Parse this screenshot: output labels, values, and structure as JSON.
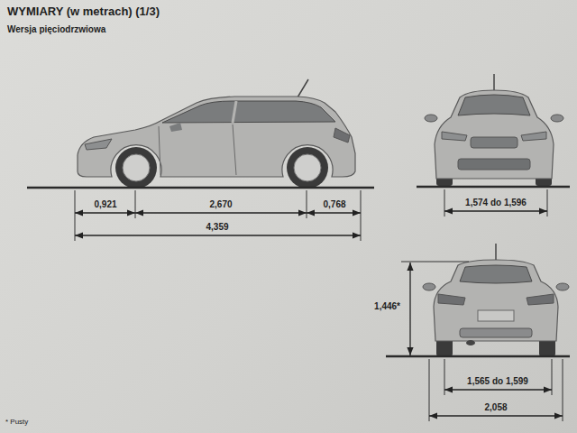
{
  "diagram": {
    "title": "WYMIARY (w metrach) (1/3)",
    "labels": [
      "Wersja pięciodrzwiowa",
      "0,921",
      "2,670",
      "0,768",
      "4,359",
      "1,574 do 1,596",
      "1,446*",
      "1,565 do 1,599",
      "2,058",
      "* Pusty"
    ]
  }
}
